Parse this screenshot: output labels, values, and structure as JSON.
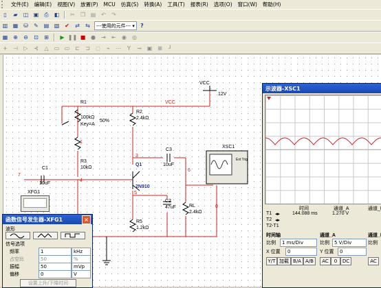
{
  "menu": [
    "文件(E)",
    "编辑(E)",
    "视图(V)",
    "放置(P)",
    "MCU",
    "仿真(S)",
    "转换(A)",
    "工具(T)",
    "报表(R)",
    "选项(O)",
    "窗口(W)",
    "帮助(H)"
  ],
  "toolbar": {
    "in_use_list": "---使用的元件--- ▾",
    "help": "?"
  },
  "circuit": {
    "vcc_label": "VCC",
    "vcc_value": "12V",
    "vcc_net": "VCC",
    "r1_name": "R1",
    "r1_value": "100kΩ",
    "r1_key": "Key=A",
    "r1_pct": "50%",
    "r2_name": "R2",
    "r2_value": "2.4kΩ",
    "r3_name": "R3",
    "r3_value": "10kΩ",
    "r5_name": "R5",
    "r5_value": "1.2kΩ",
    "rl_name": "RL",
    "rl_value": "2.4kΩ",
    "c1_name": "C1",
    "c1_value": "10uF",
    "c2_name": "C2",
    "c2_value": "47uF",
    "c3_name": "C3",
    "c3_value": "10uF",
    "q1_name": "Q1",
    "q1_model": "2N910",
    "xsc1_label": "XSC1",
    "xfg1_label": "XFG1",
    "node1": "1",
    "node3": "3",
    "node4": "4",
    "node5": "5",
    "node6": "6",
    "node0": "0",
    "node7": "7",
    "trig": "Ext Trig"
  },
  "oscilloscope": {
    "title": "示波器-XSC1",
    "cols": [
      "时间",
      "通道_A",
      "通道_B"
    ],
    "t1_label": "T1",
    "t2_label": "T2",
    "t21_label": "T2-T1",
    "t1_time": "144.088 ms",
    "t1_cha": "1.270 V",
    "timebase_title": "时间轴",
    "timebase_scale_label": "比例",
    "timebase_scale": "1 ms/Div",
    "xpos_label": "X 位置",
    "xpos": "0",
    "cha_title": "通道_A",
    "cha_scale_label": "比例",
    "cha_scale": "5 V/Div",
    "ypos_label": "Y 位置",
    "ypos": "0",
    "chb_title": "通道_B",
    "chb_scale_label": "比例",
    "coupling": [
      "Y/T",
      "加载",
      "B/A",
      "A/B"
    ],
    "cha_coupling": [
      "AC",
      "0",
      "DC"
    ],
    "chb_coupling": "AC"
  },
  "fgen": {
    "title": "函数信号发生器-XFG1",
    "waveform_label": "波形",
    "options_label": "信号选项",
    "freq_label": "频率",
    "freq_value": "1",
    "freq_unit": "kHz",
    "duty_label": "占空比",
    "duty_value": "50",
    "duty_unit": "%",
    "amp_label": "振幅",
    "amp_value": "50",
    "amp_unit": "mVp",
    "offset_label": "偏移",
    "offset_value": "0",
    "offset_unit": "V",
    "bottom_button": "设置上升/下降时间"
  }
}
